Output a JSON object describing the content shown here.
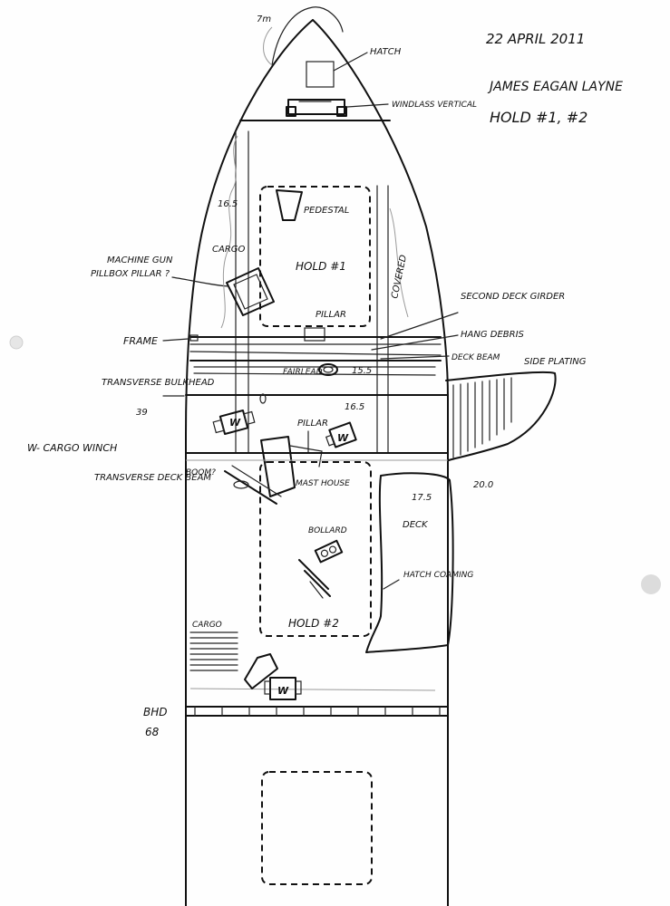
{
  "header": {
    "date": "22 APRIL 2011",
    "vessel": "JAMES EAGAN LAYNE",
    "subject": "HOLD #1, #2"
  },
  "labels": {
    "fm": "7m",
    "hatch": "HATCH",
    "windlass": "WINDLASS VERTICAL",
    "pedestal": "PEDESTAL",
    "hold1": "HOLD #1",
    "depth_16_5_upper": "16.5",
    "cargo_upper": "CARGO",
    "machine_gun": "MACHINE GUN",
    "pillbox_pillar": "PILLBOX PILLAR ?",
    "covered": "COVERED",
    "frame": "FRAME",
    "pillar_1": "PILLAR",
    "second_deck_girder": "SECOND DECK GIRDER",
    "hawse_hanging": "HANG DEBRIS",
    "deck_beam": "DECK BEAM",
    "fairlead": "FAIRLEAD",
    "depth_15_5": "15.5",
    "side_plating": "SIDE PLATING",
    "transverse_bulkhead": "TRANSVERSE BULKHEAD",
    "bulkhead_39": "39",
    "depth_16_5_mid": "16.5",
    "pillar_2": "PILLAR",
    "w_cargo_winch": "W- CARGO WINCH",
    "winch_w": "W",
    "transverse_deck_beam": "TRANSVERSE DECK BEAM",
    "boom": "BOOM?",
    "mast_house": "MAST HOUSE",
    "depth_17_5": "17.5",
    "depth_20_0": "20.0",
    "deck": "DECK",
    "bollard": "BOLLARD",
    "hatch_coaming": "HATCH COAMING",
    "cargo_lower": "CARGO",
    "hold2": "HOLD #2",
    "bhd": "BHD",
    "bhd_68": "68"
  }
}
